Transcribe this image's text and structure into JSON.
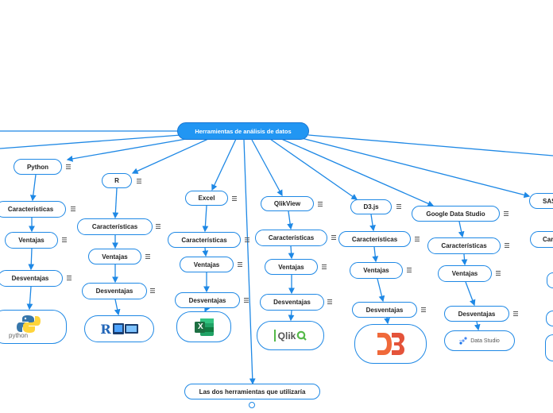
{
  "root": {
    "label": "Herramientas de análisis de datos"
  },
  "bottom_node": {
    "label": "Las dos herramientas que utilizaría"
  },
  "tools": [
    {
      "name": "Python",
      "items": [
        "Características",
        "Ventajas",
        "Desventajas"
      ],
      "logo_text": "python"
    },
    {
      "name": "R",
      "items": [
        "Características",
        "Ventajas",
        "Desventajas"
      ],
      "logo_text": "R"
    },
    {
      "name": "Excel",
      "items": [
        "Características",
        "Ventajas",
        "Desventajas"
      ],
      "logo_text": "X"
    },
    {
      "name": "QlikView",
      "items": [
        "Características",
        "Ventajas",
        "Desventajas"
      ],
      "logo_text": "Qlik"
    },
    {
      "name": "D3.js",
      "items": [
        "Características",
        "Ventajas",
        "Desventajas"
      ],
      "logo_text": "D3"
    },
    {
      "name": "Google Data Studio",
      "items": [
        "Características",
        "Ventajas",
        "Desventajas"
      ],
      "logo_text": "Data Studio"
    },
    {
      "name": "SAS",
      "items": [
        "Características"
      ]
    }
  ],
  "colors": {
    "accent": "#1e88e5",
    "root_fill": "#2196f3",
    "excel_green": "#1d6f42",
    "d3_orange": "#f0693a",
    "qlik_green": "#54b948",
    "python_blue": "#3776ab",
    "python_yellow": "#ffd43b"
  }
}
